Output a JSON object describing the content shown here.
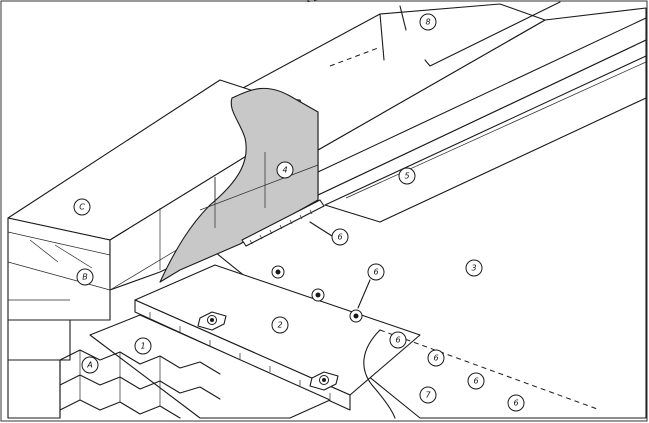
{
  "diagram": {
    "labels": {
      "C": "C",
      "B": "B",
      "A": "A",
      "n1": "1",
      "n2": "2",
      "n3": "3",
      "n4": "4",
      "n5": "5",
      "n6a": "6",
      "n6b": "6",
      "n7": "7",
      "n8": "8",
      "e1": "6",
      "e2": "6",
      "e3": "6",
      "e4": "6"
    },
    "colors": {
      "line": "#1a1a1a",
      "membrane_fill": "#c8c8c8",
      "background": "#ffffff"
    }
  }
}
